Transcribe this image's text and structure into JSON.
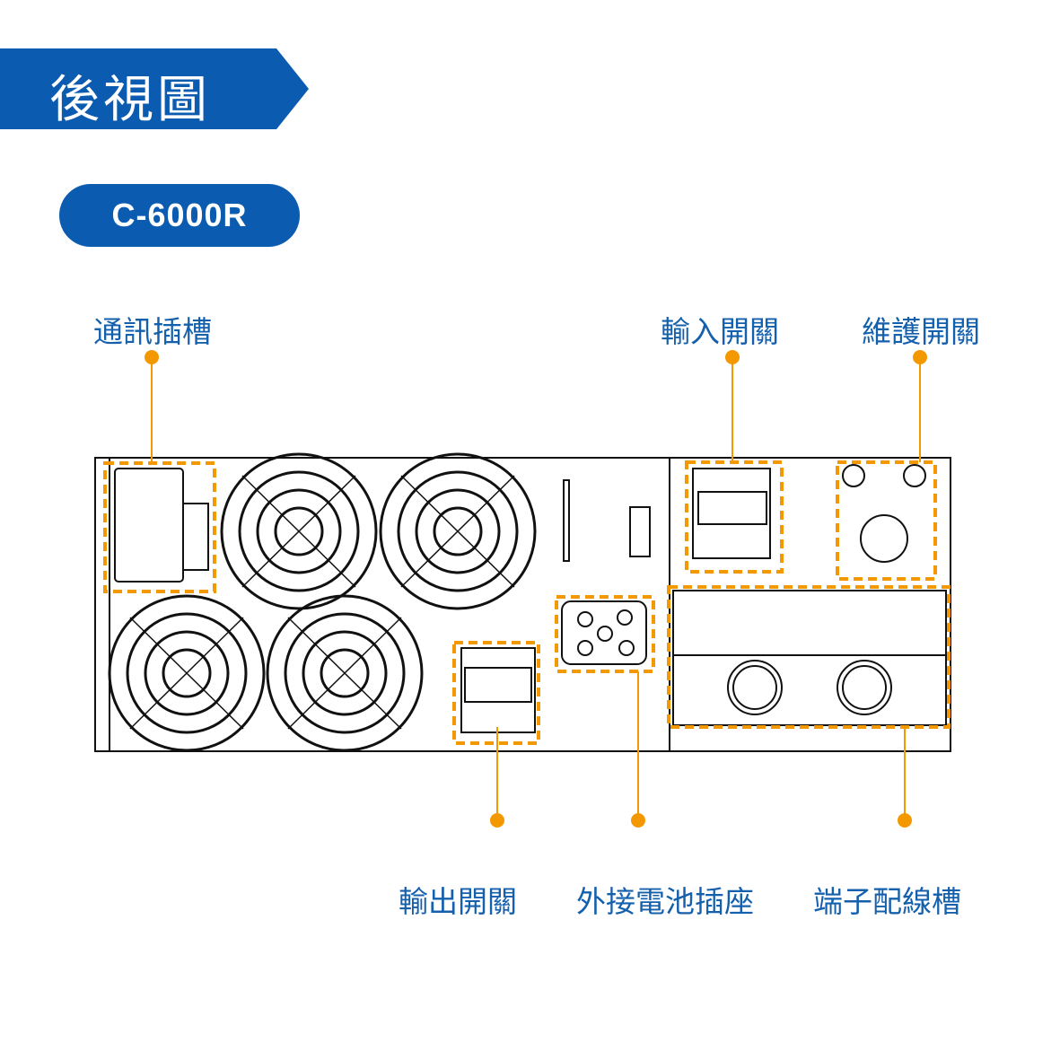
{
  "header": {
    "title": "後視圖",
    "model": "C-6000R"
  },
  "colors": {
    "brand_blue": "#0b5bb0",
    "callout_orange": "#f39800",
    "label_blue": "#1560ad"
  },
  "labels": {
    "comm_slot": "通訊插槽",
    "input_switch": "輸入開關",
    "maintenance_switch": "維護開關",
    "output_switch": "輸出開關",
    "battery_socket": "外接電池插座",
    "terminal_block": "端子配線槽"
  }
}
